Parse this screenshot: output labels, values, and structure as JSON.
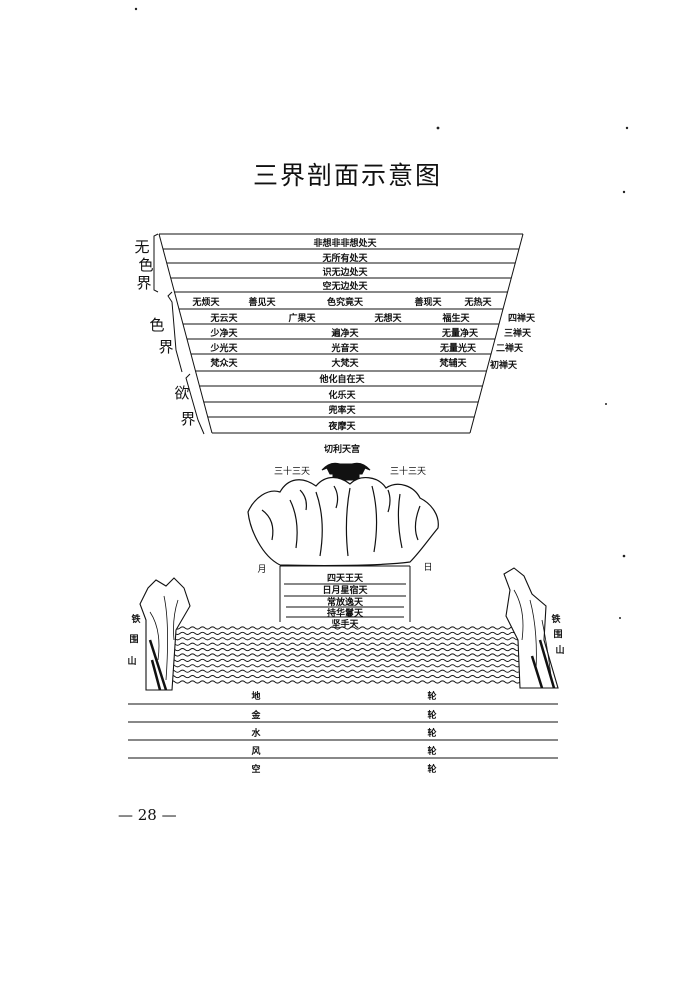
{
  "title": "三界剖面示意图",
  "page_number": "— 28 —",
  "realms": {
    "formless": {
      "label_chars": [
        "无",
        "色",
        "界"
      ],
      "heavens": [
        "非想非非想处天",
        "无所有处天",
        "识无边处天",
        "空无边处天"
      ]
    },
    "form": {
      "label_chars": [
        "色",
        "界"
      ],
      "fourth_dhyana_row": [
        "无烦天",
        "善见天",
        "色究竟天",
        "善现天",
        "无热天"
      ],
      "rows": [
        {
          "items": [
            "无云天",
            "广果天",
            "无想天",
            "福生天"
          ],
          "group": "四禅天"
        },
        {
          "items": [
            "少净天",
            "遍净天",
            "无量净天"
          ],
          "group": "三禅天"
        },
        {
          "items": [
            "少光天",
            "光音天",
            "无量光天"
          ],
          "group": "二禅天"
        },
        {
          "items": [
            "梵众天",
            "大梵天",
            "梵辅天"
          ],
          "group": "初禅天"
        }
      ]
    },
    "desire": {
      "label_chars": [
        "欲",
        "界"
      ],
      "heavens": [
        "他化自在天",
        "化乐天",
        "兜率天",
        "夜摩天"
      ]
    }
  },
  "sumeru": {
    "palace": "切利天宫",
    "left_33": "三十三天",
    "right_33": "三十三天",
    "moon": "月",
    "sun": "日",
    "terraces": [
      "四天王天",
      "日月星宿天",
      "常放逸天",
      "持华鬘天",
      "坚手天"
    ]
  },
  "iron_mountains": {
    "left": [
      "铁",
      "围",
      "山"
    ],
    "right": [
      "铁",
      "围",
      "山"
    ]
  },
  "wheels": [
    {
      "left": "地",
      "right": "轮"
    },
    {
      "left": "金",
      "right": "轮"
    },
    {
      "left": "水",
      "right": "轮"
    },
    {
      "left": "风",
      "right": "轮"
    },
    {
      "left": "空",
      "right": "轮"
    }
  ]
}
